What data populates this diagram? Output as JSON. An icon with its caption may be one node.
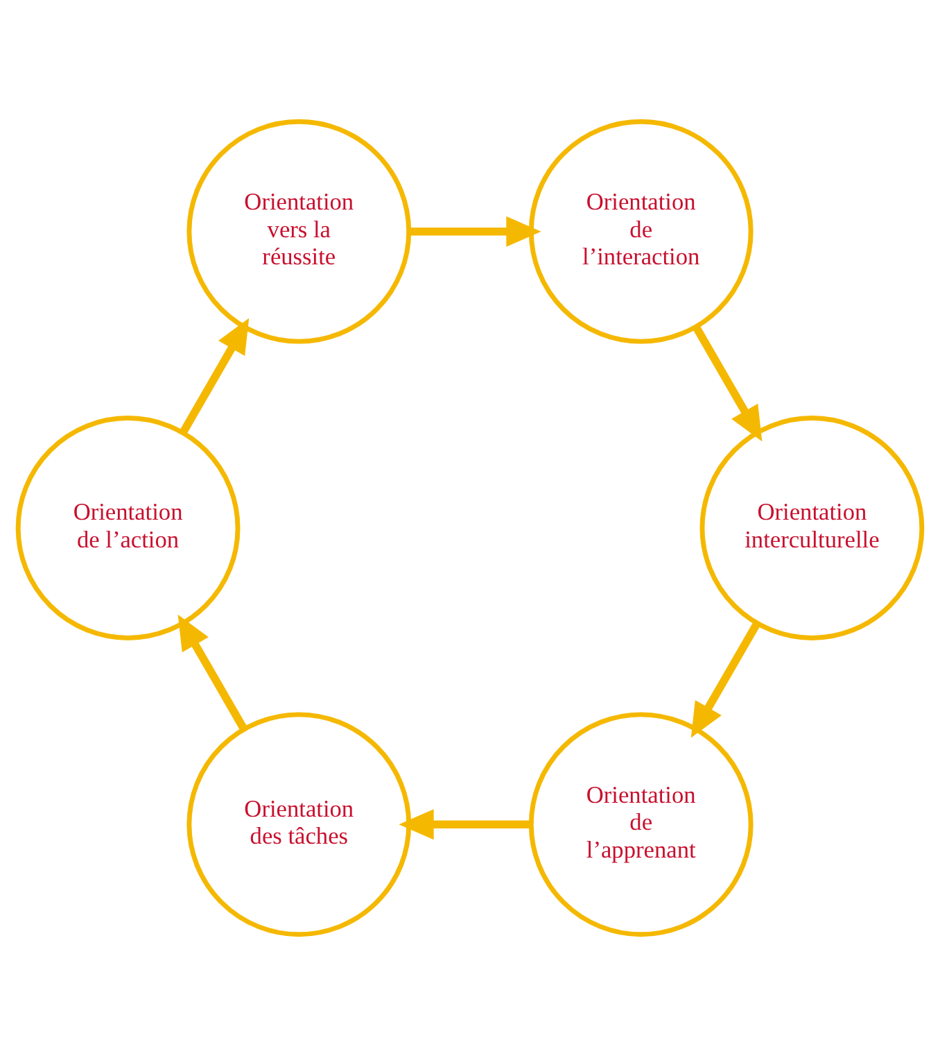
{
  "diagram": {
    "nodes": [
      {
        "text": [
          "Orientation de l’apprenant"
        ]
      },
      {
        "text": [
          "Orientation des tâches"
        ]
      },
      {
        "text": [
          "Orientation de l’action"
        ]
      },
      {
        "text": [
          "Orientation vers la réussite"
        ]
      },
      {
        "text": [
          "Orientation de l’interaction"
        ]
      },
      {
        "text": [
          "Orientation interculturelle"
        ]
      }
    ],
    "edges": [
      {
        "from": 0,
        "to": 1,
        "arrow": "to"
      },
      {
        "from": 1,
        "to": 2,
        "arrow": "to"
      },
      {
        "from": 2,
        "to": 3,
        "arrow": "to"
      },
      {
        "from": 3,
        "to": 4,
        "arrow": "to"
      },
      {
        "from": 4,
        "to": 5,
        "arrow": "to"
      },
      {
        "from": 5,
        "to": 0,
        "arrow": "to"
      }
    ]
  }
}
